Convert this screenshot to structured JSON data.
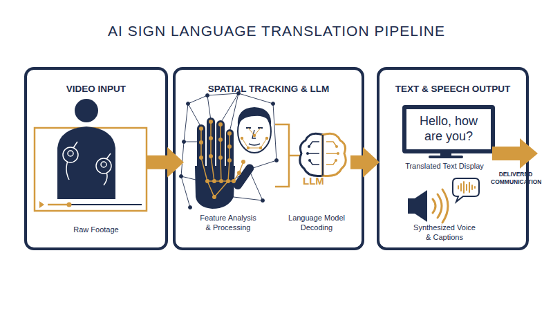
{
  "diagram": {
    "title": "AI SIGN LANGUAGE TRANSLATION PIPELINE",
    "nodes": [
      {
        "text": [
          "VIDEO INPUT",
          "Raw Footage"
        ]
      },
      {
        "text": [
          "SPATIAL TRACKING & LLM",
          "Feature Analysis & Processing",
          "Language Model Decoding"
        ]
      },
      {
        "text": [
          "TEXT & SPEECH OUTPUT",
          "Translated Text Display",
          "Synthesized Voice & Captions"
        ]
      },
      {
        "text": [
          "Hello, how are you?"
        ],
        "in": 2
      }
    ],
    "edges": [
      {
        "from": 0,
        "to": 1,
        "arrow": "to"
      },
      {
        "from": 1,
        "to": 2,
        "arrow": "to"
      }
    ],
    "labels": [
      "LLM",
      "DELIVERED COMMUNICATION"
    ]
  }
}
